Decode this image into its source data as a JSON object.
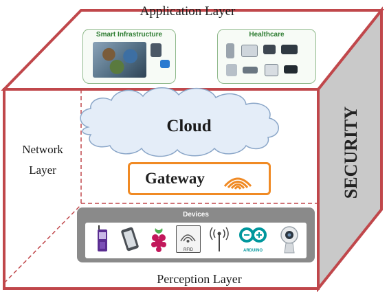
{
  "application_layer": {
    "title": "Application Layer",
    "panels": [
      {
        "title": "Smart Infrastructure",
        "icon": "city-buildings-collage-icon"
      },
      {
        "title": "Healthcare",
        "icon": "medical-devices-collage-icon"
      }
    ]
  },
  "network_layer": {
    "label_line1": "Network",
    "label_line2": "Layer",
    "cloud_label": "Cloud",
    "gateway_label": "Gateway",
    "gateway_icon": "wifi-signal-icon"
  },
  "perception_layer": {
    "label": "Perception Layer",
    "devices_title": "Devices",
    "devices": [
      {
        "icon": "mobile-phone-icon"
      },
      {
        "icon": "tablet-icon"
      },
      {
        "icon": "raspberry-pi-icon"
      },
      {
        "icon": "rfid-reader-icon",
        "label": "RFID"
      },
      {
        "icon": "antenna-signal-icon"
      },
      {
        "icon": "arduino-icon",
        "label": "ARDUINO"
      },
      {
        "icon": "webcam-icon"
      }
    ]
  },
  "security": {
    "label": "SECURITY"
  },
  "colors": {
    "box_edge": "#c0474b",
    "gateway_border": "#f08a24",
    "security_face": "#c9c9c9",
    "cloud_fill": "#e4edf8",
    "cloud_stroke": "#8aa6c8"
  }
}
